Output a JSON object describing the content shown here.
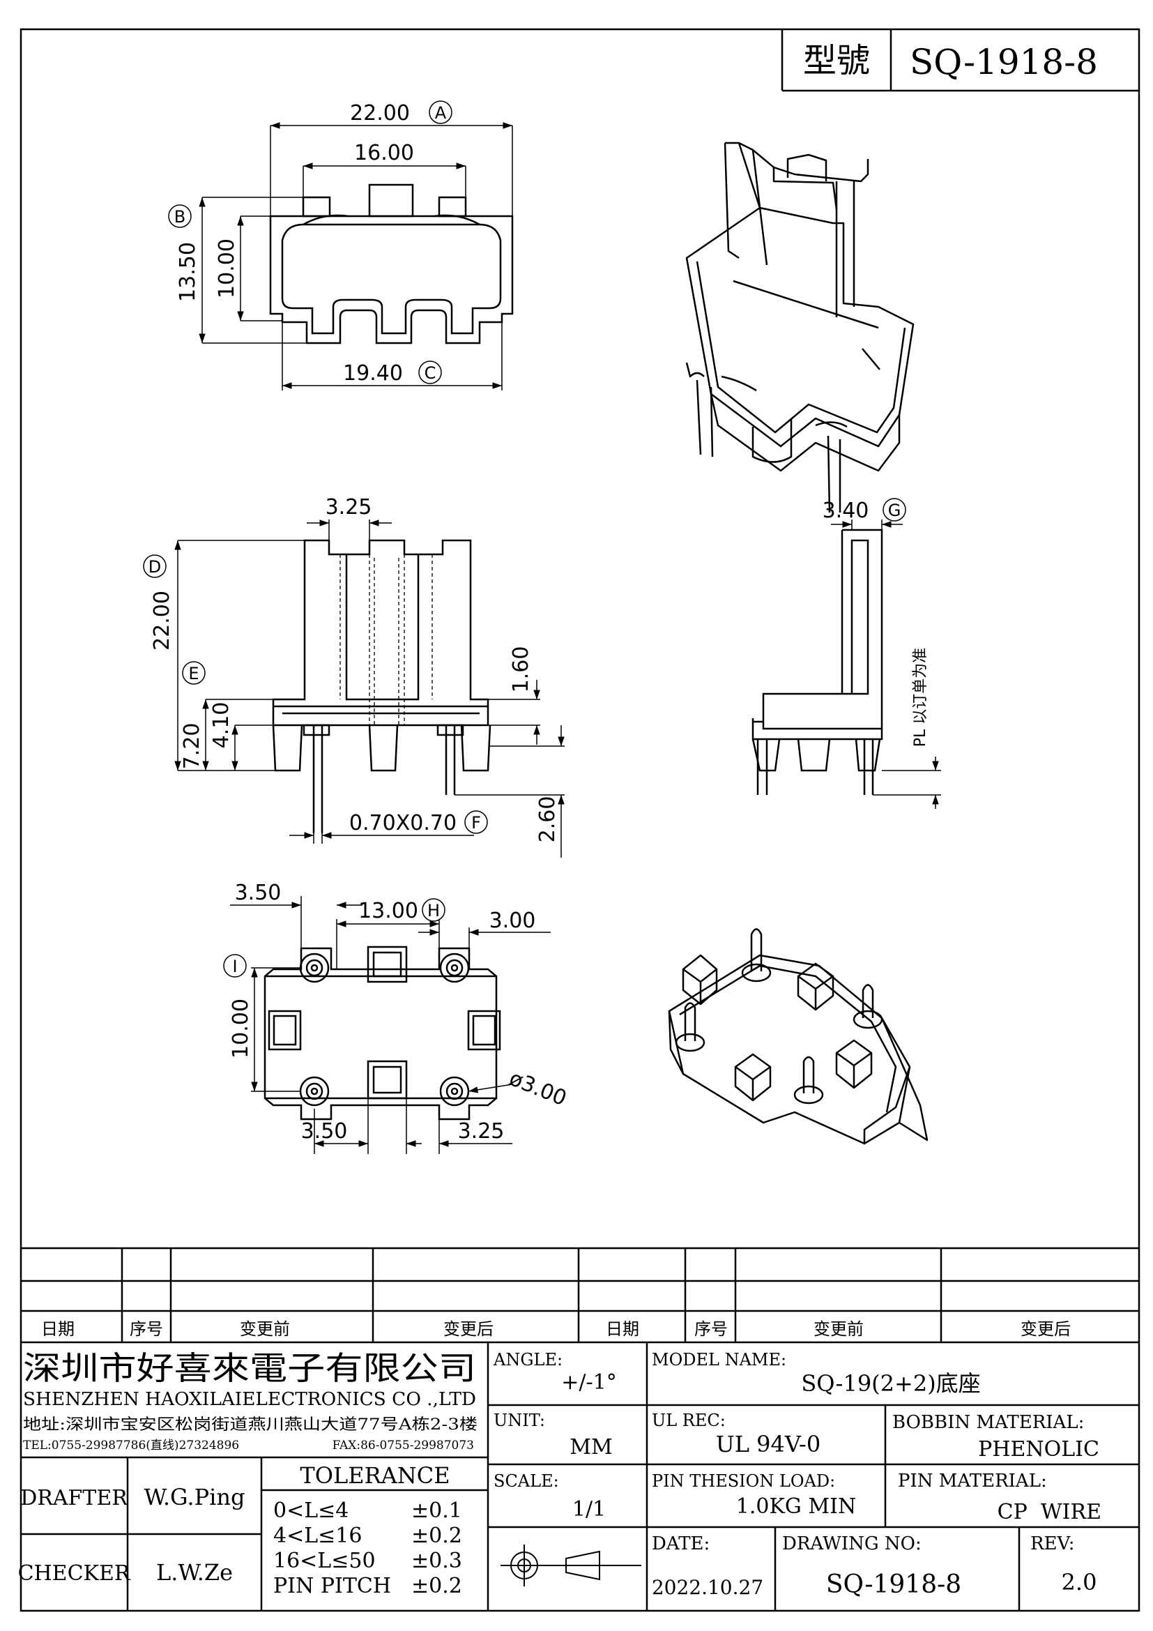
{
  "header": {
    "model_label": "型號",
    "model_value": "SQ-1918-8"
  },
  "views": {
    "top": {
      "dim_a": "22.00",
      "tag_a": "A",
      "dim_inner": "16.00",
      "dim_b": "13.50",
      "tag_b": "B",
      "dim_inner_h": "10.00",
      "dim_c": "19.40",
      "tag_c": "C"
    },
    "front": {
      "dim_slot": "3.25",
      "dim_d": "22.00",
      "tag_d": "D",
      "dim_e": "7.20",
      "tag_e": "E",
      "dim_base": "4.10",
      "dim_wall": "1.60",
      "dim_pin": "2.60",
      "dim_f": "0.70X0.70",
      "tag_f": "F"
    },
    "side": {
      "dim_g": "3.40",
      "tag_g": "G",
      "note": "PL 以订单为准"
    },
    "bottom": {
      "dim_left": "3.50",
      "dim_h": "13.00",
      "tag_h": "H",
      "dim_right": "3.00",
      "dim_i": "10.00",
      "tag_i": "I",
      "dim_bl": "3.50",
      "dim_br": "3.25",
      "dim_dia": "ø3.00"
    }
  },
  "revision": {
    "headers": [
      "日期",
      "序号",
      "变更前",
      "变更后",
      "日期",
      "序号",
      "变更前",
      "变更后"
    ]
  },
  "company": {
    "name_cn": "深圳市好喜來電子有限公司",
    "name_en": "SHENZHEN HAOXILAIELECTRONICS CO .,LTD",
    "address": "地址:深圳市宝安区松岗街道燕川燕山大道77号A栋2-3楼",
    "tel": "TEL:0755-29987786(直线)27324896",
    "fax": "FAX:86-0755-29987073"
  },
  "people": {
    "drafter_label": "DRAFTER",
    "drafter": "W.G.Ping",
    "checker_label": "CHECKER",
    "checker": "L.W.Ze"
  },
  "tolerance": {
    "title": "TOLERANCE",
    "rows": [
      {
        "range": "0<L≤4",
        "value": "±0.1"
      },
      {
        "range": "4<L≤16",
        "value": "±0.2"
      },
      {
        "range": "16<L≤50",
        "value": "±0.3"
      },
      {
        "range": "PIN PITCH",
        "value": "±0.2"
      }
    ]
  },
  "specs": {
    "angle_label": "ANGLE:",
    "angle": "+/-1°",
    "unit_label": "UNIT:",
    "unit": "MM",
    "scale_label": "SCALE:",
    "scale": "1/1",
    "model_name_label": "MODEL NAME:",
    "model_name": "SQ-19(2+2)底座",
    "ul_label": "UL REC:",
    "ul": "UL 94V-0",
    "bobbin_label": "BOBBIN MATERIAL:",
    "bobbin": "PHENOLIC",
    "pin_load_label": "PIN THESION LOAD:",
    "pin_load": "1.0KG MIN",
    "pin_material_label": "PIN MATERIAL:",
    "pin_material": "CP  WIRE",
    "date_label": "DATE:",
    "date": "2022.10.27",
    "drawing_no_label": "DRAWING NO:",
    "drawing_no": "SQ-1918-8",
    "rev_label": "REV:",
    "rev": "2.0"
  }
}
